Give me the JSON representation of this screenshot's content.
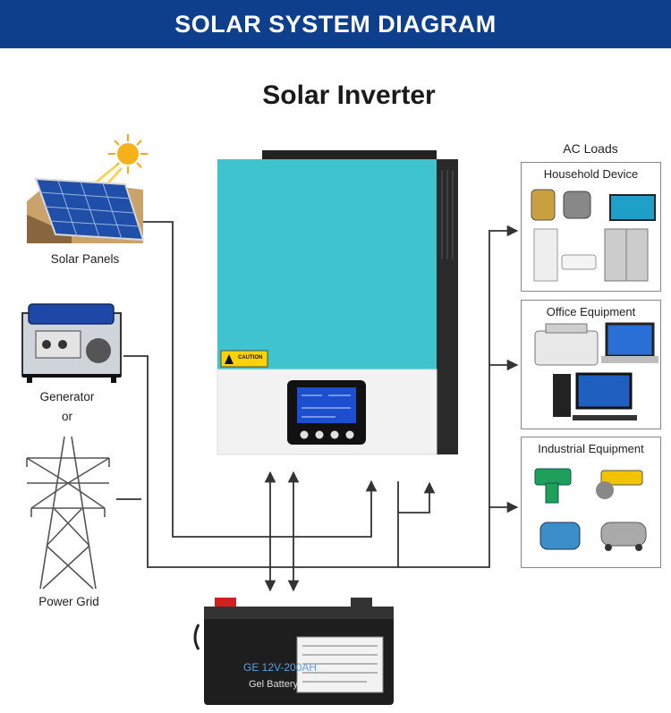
{
  "header": {
    "title": "SOLAR SYSTEM DIAGRAM"
  },
  "diagram": {
    "title": "Solar Inverter",
    "sources": {
      "solar": "Solar Panels",
      "generator": "Generator",
      "or": "or",
      "grid": "Power Grid"
    },
    "ac_loads": {
      "label": "AC Loads",
      "groups": [
        "Household Device",
        "Office Equipment",
        "Industrial Equipment"
      ]
    },
    "inverter": {
      "caution": "CAUTION"
    },
    "battery": {
      "model": "GE 12V-200AH",
      "type": "Gel Battery"
    }
  },
  "colors": {
    "banner": "#0e3f8c",
    "inverter_teal": "#3ec3cf",
    "inverter_body": "#f2f2f2",
    "lines": "#333333"
  }
}
